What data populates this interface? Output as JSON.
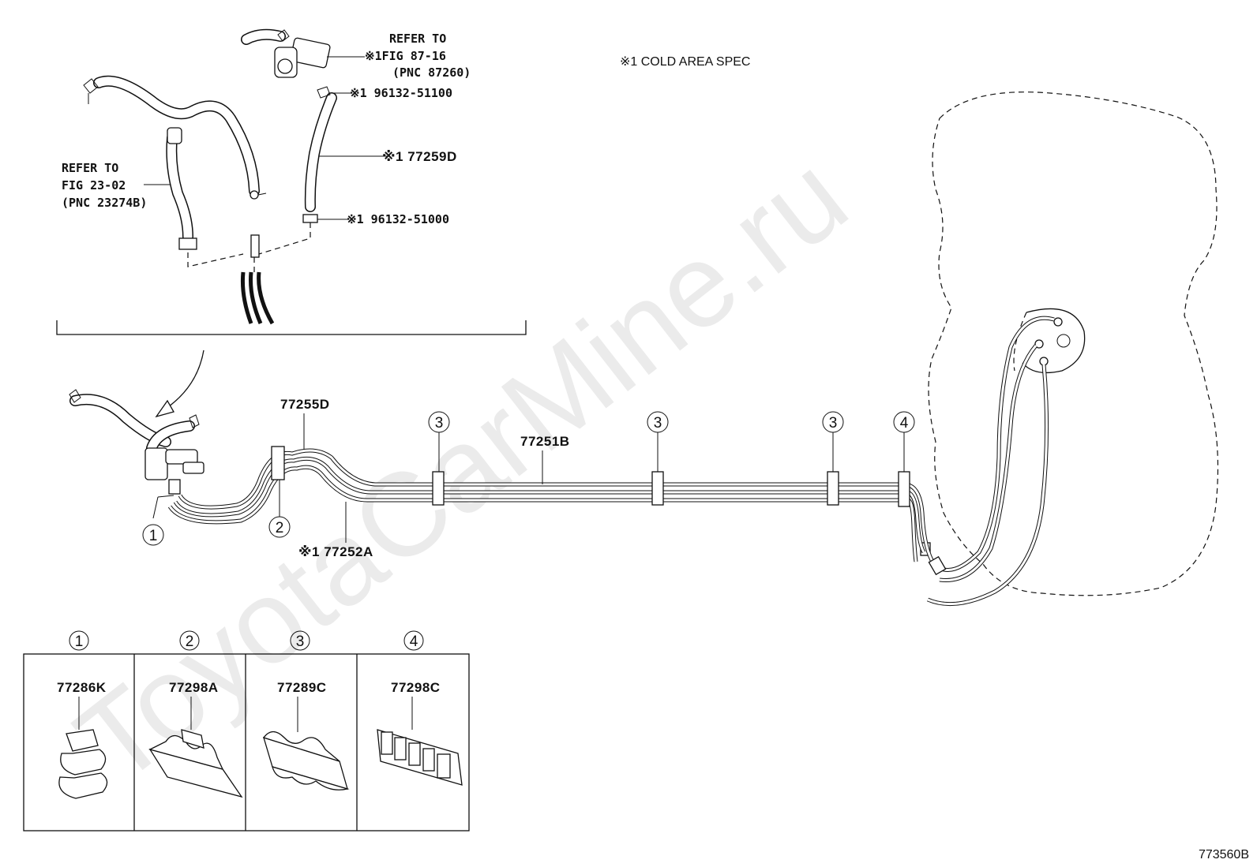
{
  "watermark": "ToyotaCarMine.ru",
  "note": "※1 COLD AREA SPEC",
  "figure_code": "773560B",
  "refs": {
    "fig87": [
      "REFER TO",
      "※1FIG 87-16",
      "(PNC 87260)"
    ],
    "fig23": [
      "REFER TO",
      "FIG 23-02",
      "(PNC 23274B)"
    ]
  },
  "parts": {
    "p96132_51100": "※1 96132-51100",
    "p77259D": "※1 77259D",
    "p96132_51000": "※1 96132-51000",
    "p77255D": "77255D",
    "p77251B": "77251B",
    "p77252A": "※1 77252A"
  },
  "callouts": {
    "c1": "1",
    "c2": "2",
    "c3": "3",
    "c4": "4"
  },
  "legend": [
    {
      "num": "1",
      "part": "77286K"
    },
    {
      "num": "2",
      "part": "77298A"
    },
    {
      "num": "3",
      "part": "77289C"
    },
    {
      "num": "4",
      "part": "77298C"
    }
  ]
}
